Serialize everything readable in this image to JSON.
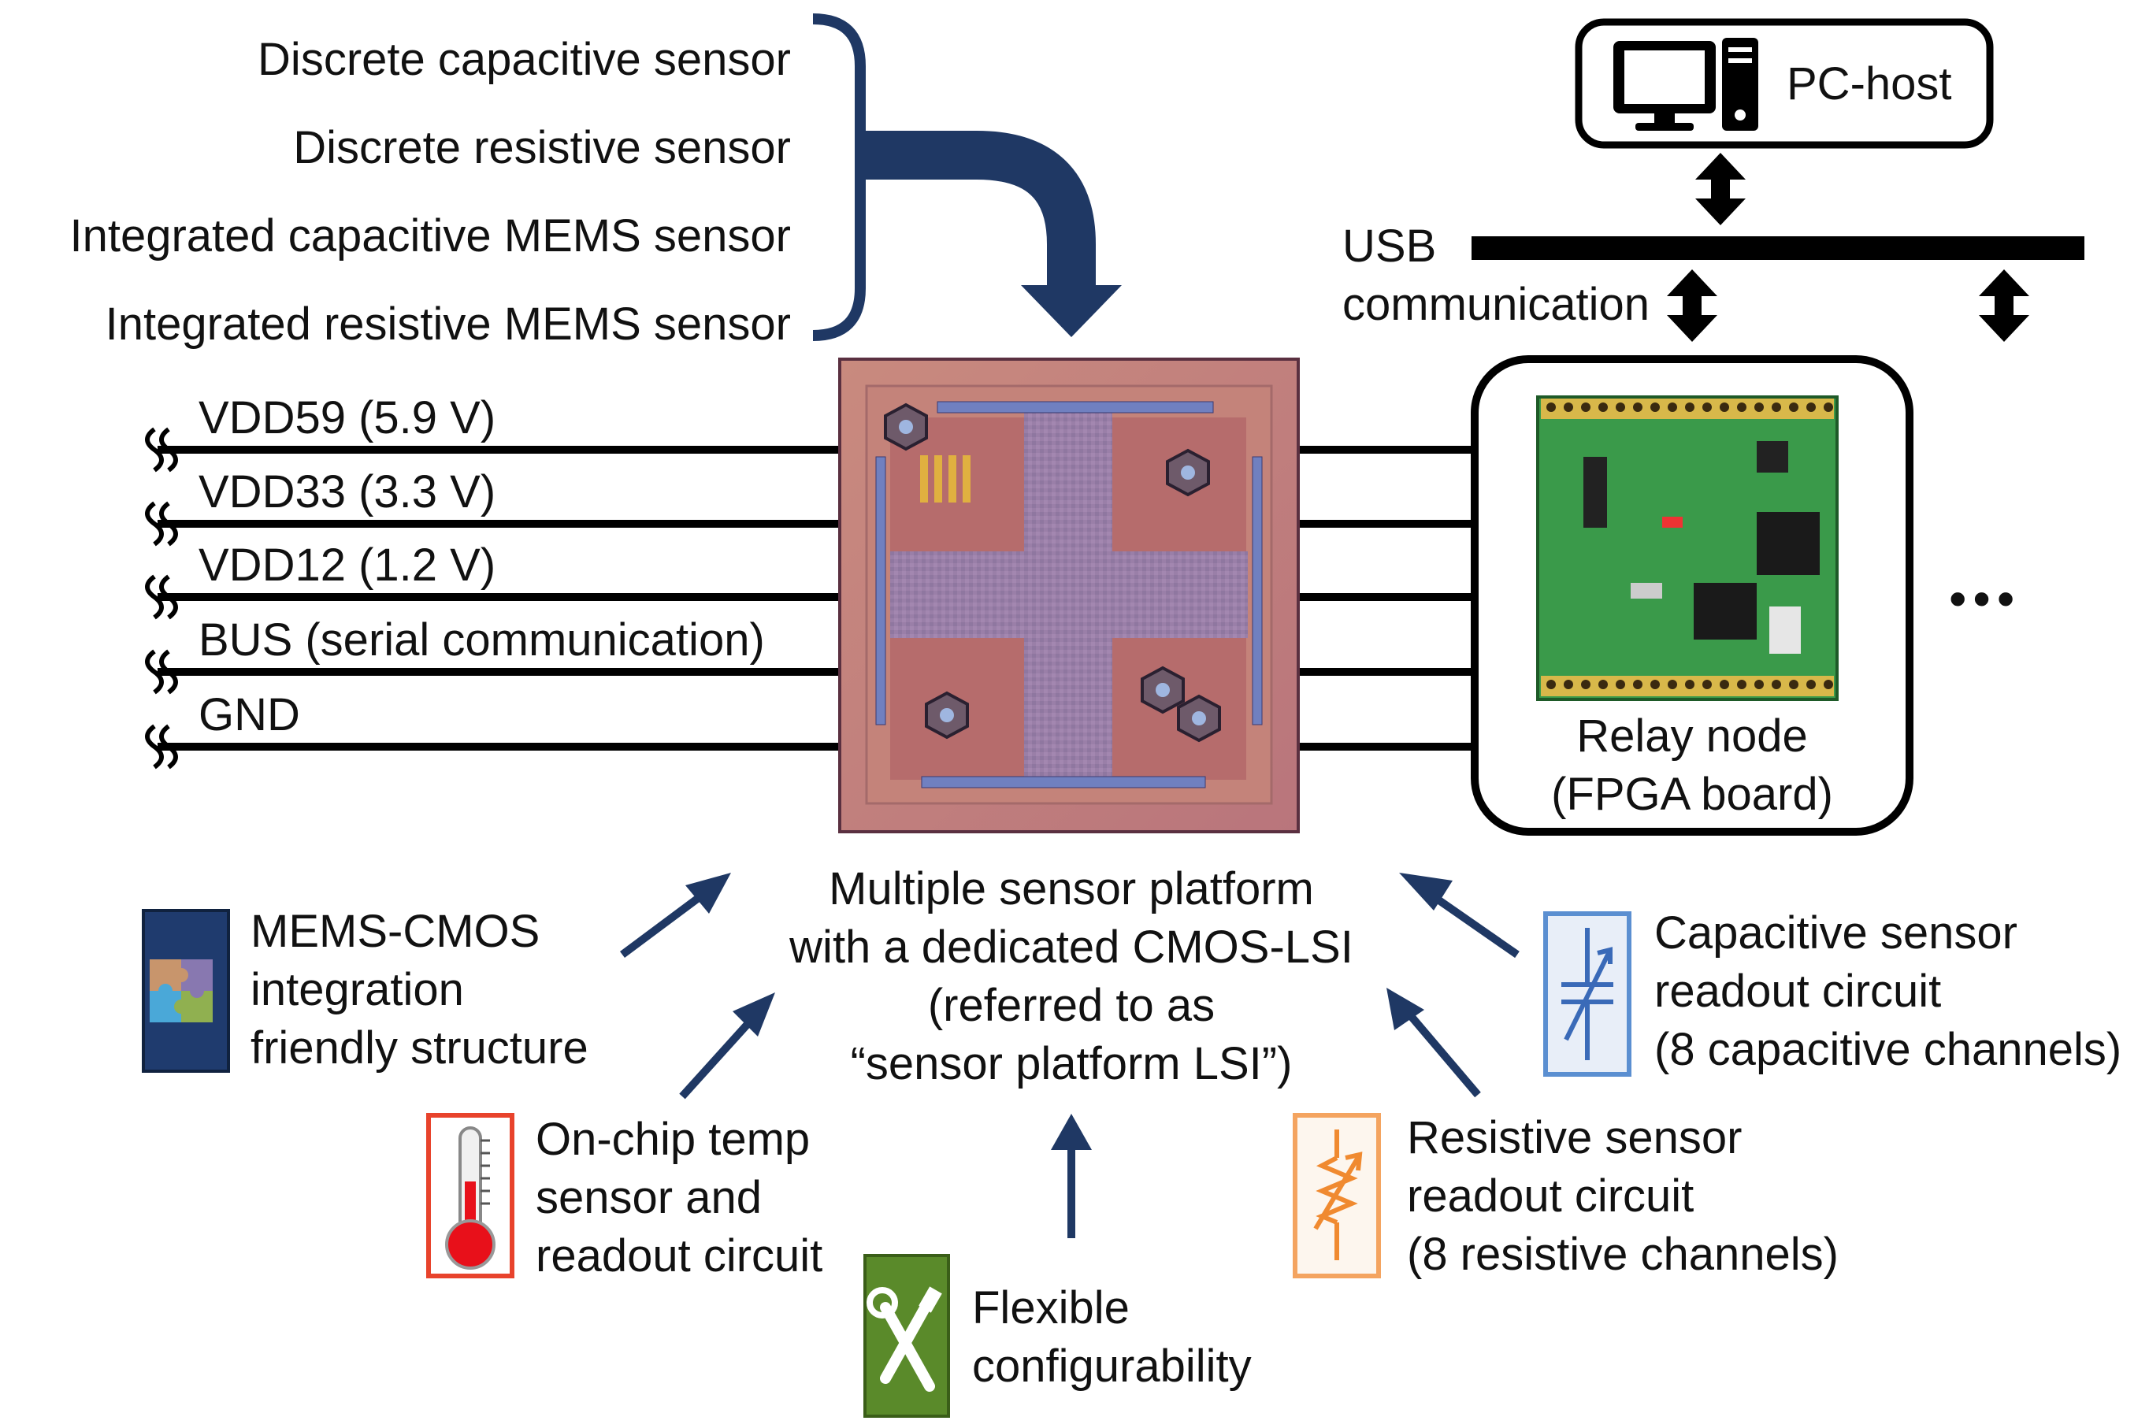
{
  "sensors": {
    "items": [
      "Discrete capacitive sensor",
      "Discrete resistive sensor",
      "Integrated capacitive MEMS sensor",
      "Integrated resistive MEMS sensor"
    ]
  },
  "power_lines": {
    "items": [
      "VDD59 (5.9 V)",
      "VDD33 (3.3 V)",
      "VDD12 (1.2 V)",
      "BUS (serial communication)",
      "GND"
    ]
  },
  "pc_host": {
    "label": "PC-host"
  },
  "usb": {
    "line1": "USB",
    "line2": "communication"
  },
  "relay": {
    "line1": "Relay node",
    "line2": "(FPGA board)",
    "more": "•••"
  },
  "platform": {
    "line1": "Multiple sensor platform",
    "line2": "with a dedicated CMOS-LSI",
    "line3": "(referred to as",
    "line4": "“sensor platform LSI”)"
  },
  "features": {
    "mems": {
      "line1": "MEMS-CMOS",
      "line2": "integration",
      "line3": "friendly structure",
      "icon": "puzzle-icon",
      "color": "#1f3b6e"
    },
    "temp": {
      "line1": "On-chip temp",
      "line2": "sensor and",
      "line3": "readout circuit",
      "icon": "thermometer-icon",
      "color": "#e8432c"
    },
    "flex": {
      "line1": "Flexible",
      "line2": "configurability",
      "icon": "tools-icon",
      "color": "#5a8a2a"
    },
    "resistive": {
      "line1": "Resistive sensor",
      "line2": "readout circuit",
      "line3": "(8 resistive channels)",
      "icon": "variable-resistor-icon",
      "color": "#f4a460"
    },
    "capacitive": {
      "line1": "Capacitive sensor",
      "line2": "readout circuit",
      "line3": "(8 capacitive channels)",
      "icon": "variable-capacitor-icon",
      "color": "#5b8fd1"
    }
  },
  "colors": {
    "arrow": "#1f3864",
    "line": "#000000"
  }
}
